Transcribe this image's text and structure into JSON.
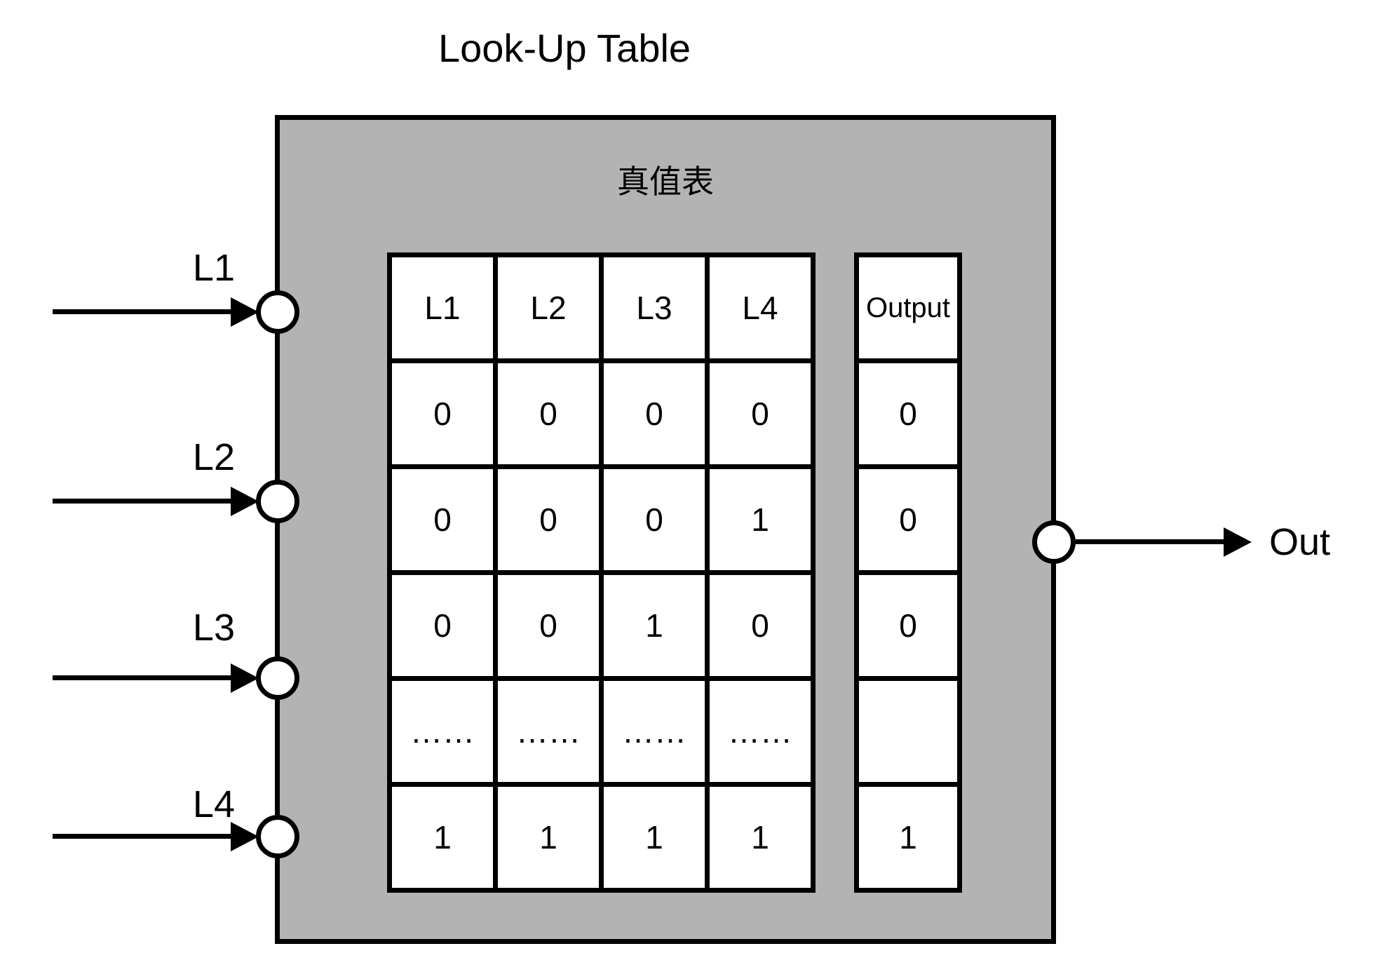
{
  "title": "Look-Up Table",
  "box": {
    "label": "真值表",
    "fill_color": "#b3b3b3",
    "line_color": "#000000"
  },
  "inputs": [
    {
      "label": "L1"
    },
    {
      "label": "L2"
    },
    {
      "label": "L3"
    },
    {
      "label": "L4"
    }
  ],
  "output": {
    "label": "Out"
  },
  "truth_table": {
    "headers": [
      "L1",
      "L2",
      "L3",
      "L4"
    ],
    "rows": [
      [
        "0",
        "0",
        "0",
        "0"
      ],
      [
        "0",
        "0",
        "0",
        "1"
      ],
      [
        "0",
        "0",
        "1",
        "0"
      ],
      [
        "……",
        "……",
        "……",
        "……"
      ],
      [
        "1",
        "1",
        "1",
        "1"
      ]
    ]
  },
  "output_table": {
    "header": "Output",
    "rows": [
      "0",
      "0",
      "0",
      "",
      "1"
    ]
  }
}
